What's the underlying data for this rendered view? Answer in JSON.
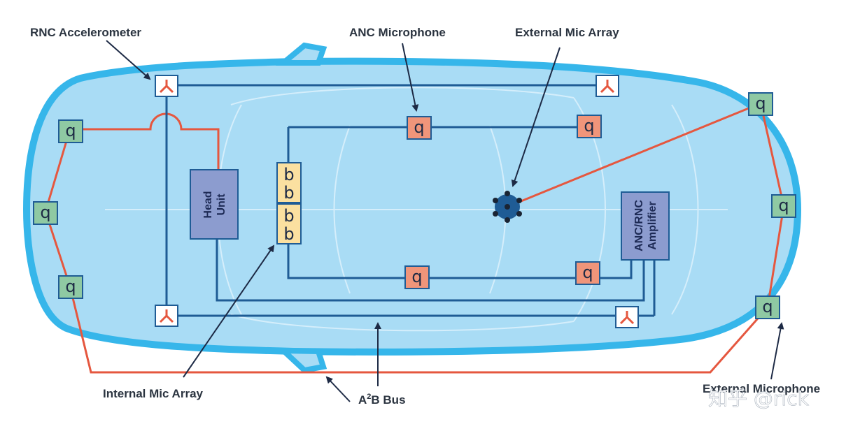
{
  "labels": {
    "rnc_accelerometer": "RNC Accelerometer",
    "anc_microphone": "ANC Microphone",
    "external_mic_array": "External Mic Array",
    "internal_mic_array": "Internal Mic Array",
    "a2b_bus_main": "A",
    "a2b_bus_sup": "2",
    "a2b_bus_rest": "B Bus",
    "external_microphone": "External Microphone"
  },
  "blocks": {
    "head_unit_line1": "Head",
    "head_unit_line2": "Unit",
    "amplifier_line1": "ANC/RNC",
    "amplifier_line2": "Amplifier"
  },
  "glyphs": {
    "microphone": "q",
    "internal_mic": "b"
  },
  "watermark": "知乎 @rick",
  "colors": {
    "car_body": "#a9dcf5",
    "car_outline": "#36b6ea",
    "bus_line": "#1f5c95",
    "external_wire": "#e5573f",
    "anc_mic_fill": "#f0957a",
    "external_mic_fill": "#8fc9a3",
    "internal_mic_fill": "#fbe0a0",
    "unit_fill": "#8c9ccf"
  }
}
